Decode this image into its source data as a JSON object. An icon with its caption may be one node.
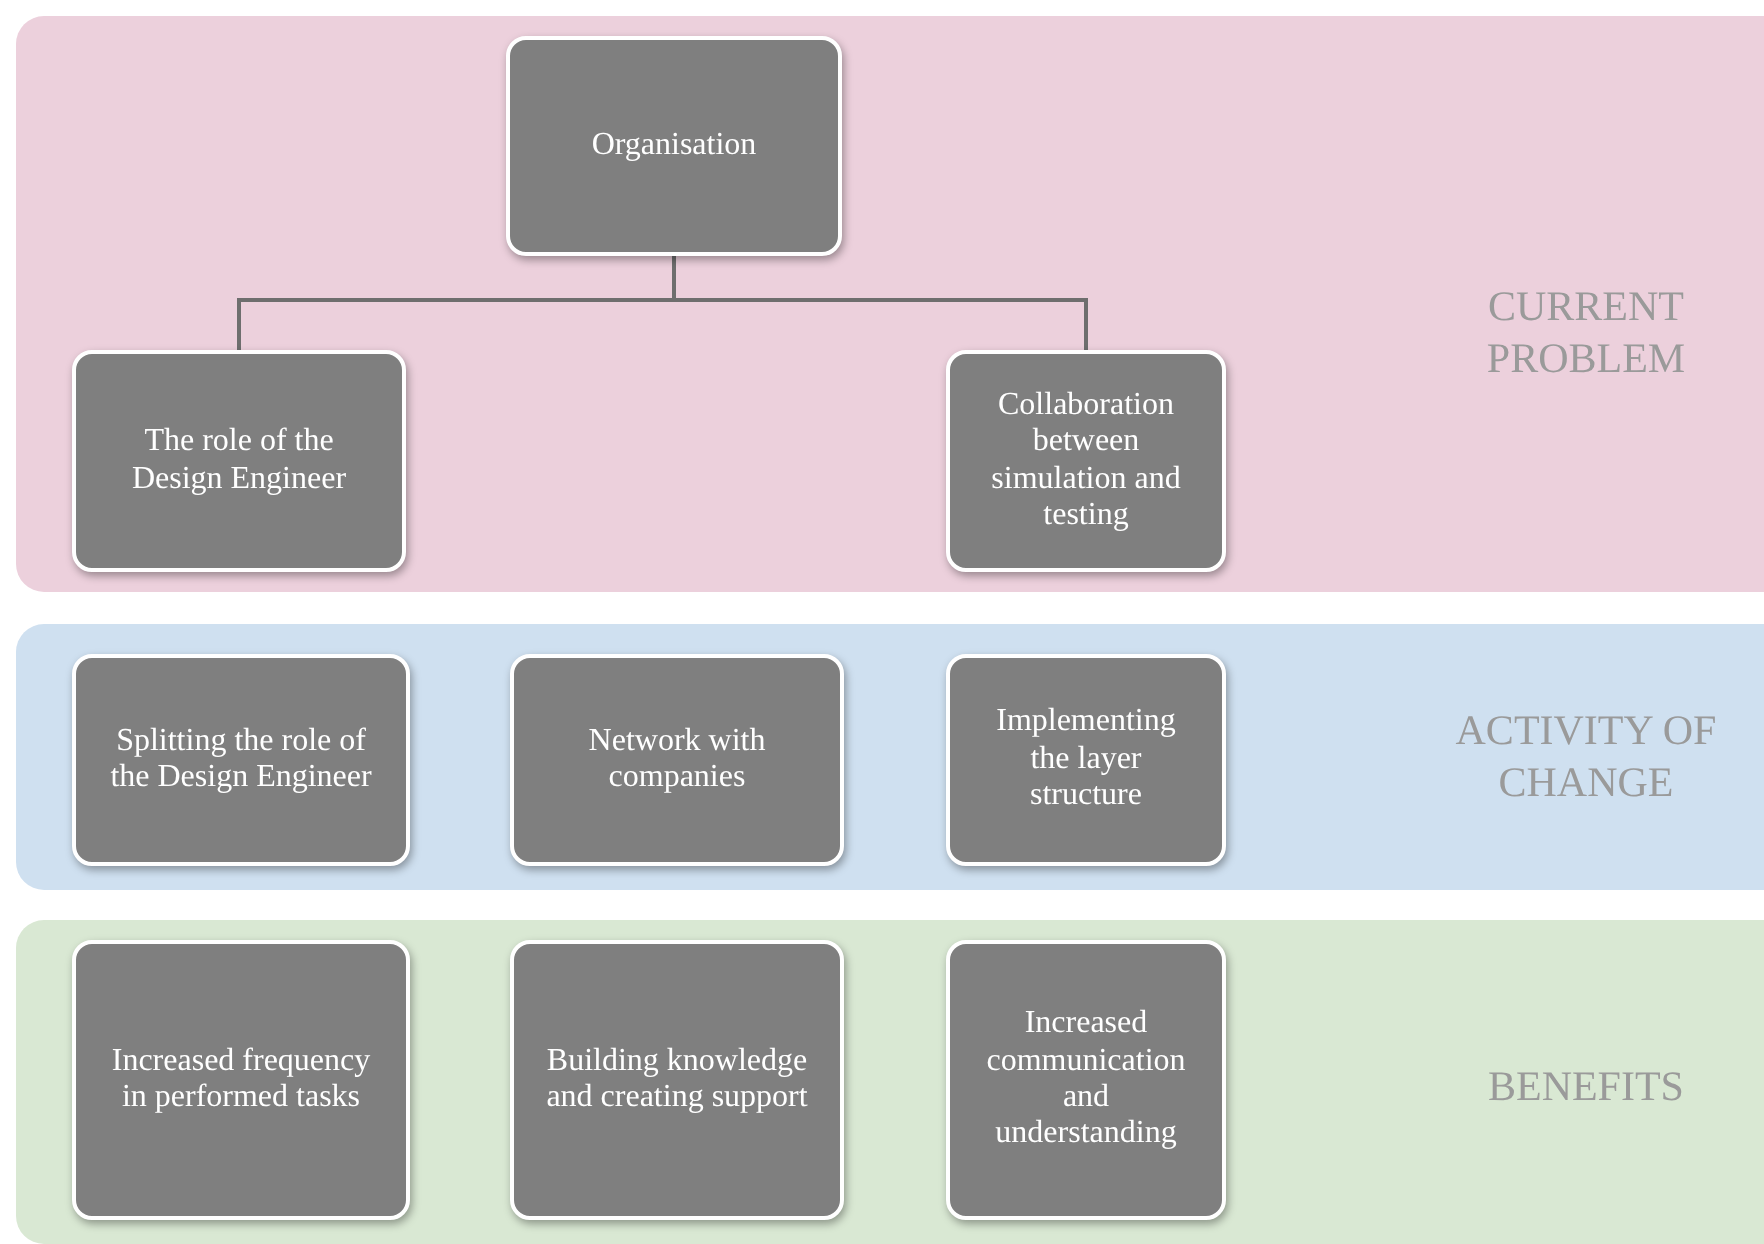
{
  "diagram": {
    "nodes": [
      {
        "text": [
          "CURRENT PROBLEM"
        ]
      },
      {
        "text": [
          "Organisation"
        ],
        "in": 0
      },
      {
        "text": [
          "The role of the Design Engineer"
        ],
        "in": 0
      },
      {
        "text": [
          "Collaboration between simulation and testing"
        ],
        "in": 0
      },
      {
        "text": [
          "ACTIVITY OF CHANGE"
        ]
      },
      {
        "text": [
          "Splitting the role of the Design Engineer"
        ],
        "in": 4
      },
      {
        "text": [
          "Network with companies"
        ],
        "in": 4
      },
      {
        "text": [
          "Implementing the layer structure"
        ],
        "in": 4
      },
      {
        "text": [
          "BENEFITS"
        ]
      },
      {
        "text": [
          "Increased frequency in performed tasks"
        ],
        "in": 8
      },
      {
        "text": [
          "Building knowledge and creating support"
        ],
        "in": 8
      },
      {
        "text": [
          "Increased communication and understanding"
        ],
        "in": 8
      }
    ],
    "edges": [
      {
        "from": 1,
        "to": 2,
        "arrow": "none"
      },
      {
        "from": 1,
        "to": 3,
        "arrow": "none"
      }
    ]
  }
}
